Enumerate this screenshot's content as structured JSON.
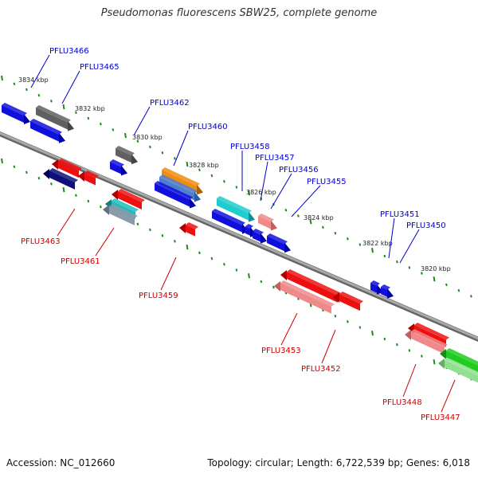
{
  "title": "Pseudomonas fluorescens SBW25, complete genome",
  "footer": {
    "accession": "Accession: NC_012660",
    "summary": "Topology: circular; Length: 6,722,539 bp; Genes: 6,018"
  },
  "colors": {
    "backbone": "#8a8a8a",
    "tick_top": "#1e8a1e",
    "tick_bottom": "#1e8a1e",
    "label_top": "#0000cc",
    "label_bottom": "#cc0000",
    "kbp_text": "#222222"
  },
  "kbp_marks": [
    {
      "label": "3834 kbp"
    },
    {
      "label": "3832 kbp"
    },
    {
      "label": "3830 kbp"
    },
    {
      "label": "3828 kbp"
    },
    {
      "label": "3826 kbp"
    },
    {
      "label": "3824 kbp"
    },
    {
      "label": "3822 kbp"
    },
    {
      "label": "3820 kbp"
    }
  ],
  "genes_top": [
    {
      "name": "PFLU3466"
    },
    {
      "name": "PFLU3465"
    },
    {
      "name": "PFLU3462"
    },
    {
      "name": "PFLU3460"
    },
    {
      "name": "PFLU3458"
    },
    {
      "name": "PFLU3457"
    },
    {
      "name": "PFLU3456"
    },
    {
      "name": "PFLU3455"
    },
    {
      "name": "PFLU3451"
    },
    {
      "name": "PFLU3450"
    }
  ],
  "genes_bottom": [
    {
      "name": "PFLU3463"
    },
    {
      "name": "PFLU3461"
    },
    {
      "name": "PFLU3459"
    },
    {
      "name": "PFLU3453"
    },
    {
      "name": "PFLU3452"
    },
    {
      "name": "PFLU3448"
    },
    {
      "name": "PFLU3447"
    }
  ]
}
